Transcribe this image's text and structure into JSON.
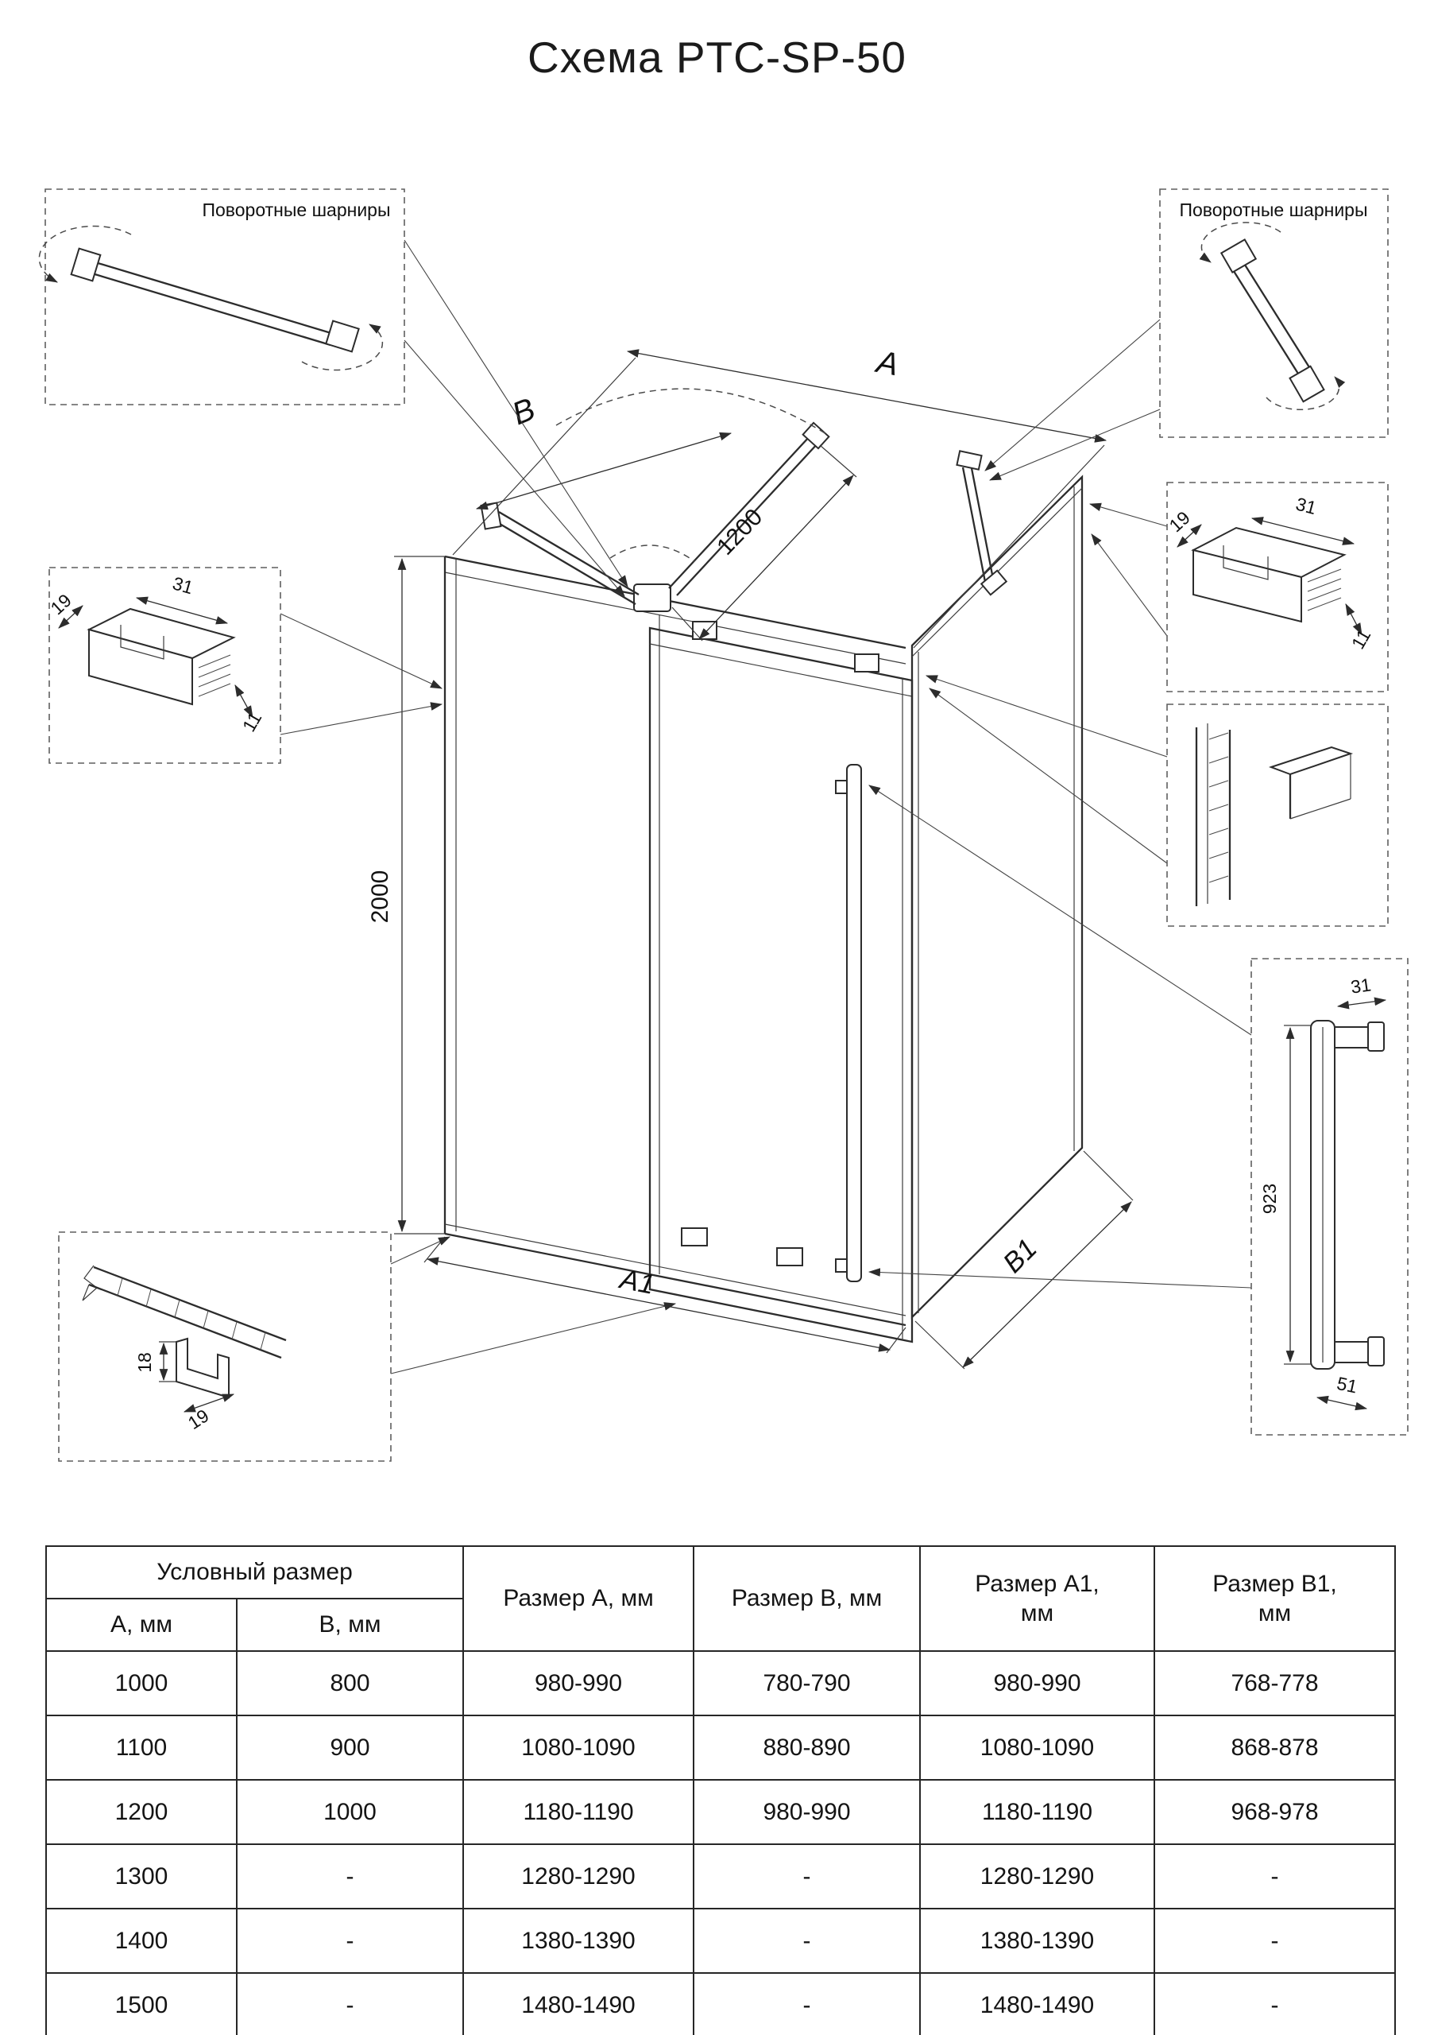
{
  "title": "Схема PTC-SP-50",
  "drawing": {
    "callout_left": "Поворотные шарниры",
    "callout_right": "Поворотные шарниры",
    "dim_a": "A",
    "dim_b": "B",
    "dim_a1": "A1",
    "dim_b1": "B1",
    "dim_height": "2000",
    "dim_bar": "1200",
    "left_profile": {
      "d19": "19",
      "d31": "31",
      "d11": "11"
    },
    "right_profile": {
      "d19": "19",
      "d31": "31",
      "d11": "11"
    },
    "handle": {
      "d31": "31",
      "d923": "923",
      "d51": "51"
    },
    "bottom_profile": {
      "d18": "18",
      "d19": "19"
    }
  },
  "table": {
    "headers": {
      "conditional": "Условный размер",
      "a_mm": "А, мм",
      "b_mm": "В, мм",
      "size_a": "Размер А, мм",
      "size_b": "Размер В, мм",
      "size_a1": "Размер А1, мм",
      "size_b1": "Размер В1, мм"
    },
    "rows": [
      [
        "1000",
        "800",
        "980-990",
        "780-790",
        "980-990",
        "768-778"
      ],
      [
        "1100",
        "900",
        "1080-1090",
        "880-890",
        "1080-1090",
        "868-878"
      ],
      [
        "1200",
        "1000",
        "1180-1190",
        "980-990",
        "1180-1190",
        "968-978"
      ],
      [
        "1300",
        "-",
        "1280-1290",
        "-",
        "1280-1290",
        "-"
      ],
      [
        "1400",
        "-",
        "1380-1390",
        "-",
        "1380-1390",
        "-"
      ],
      [
        "1500",
        "-",
        "1480-1490",
        "-",
        "1480-1490",
        "-"
      ]
    ]
  }
}
